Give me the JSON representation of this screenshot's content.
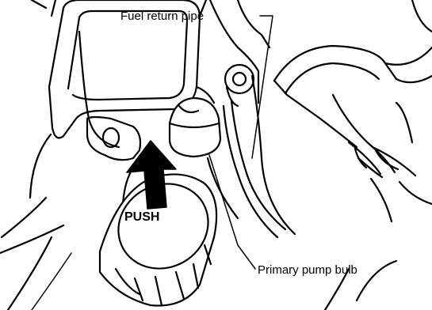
{
  "labels": {
    "fuel_return_pipe": "Fuel return pipe",
    "primary_pump_bulb": "Primary pump bulb",
    "push": "PUSH"
  },
  "colors": {
    "line": "#000000",
    "background": "#ffffff"
  }
}
